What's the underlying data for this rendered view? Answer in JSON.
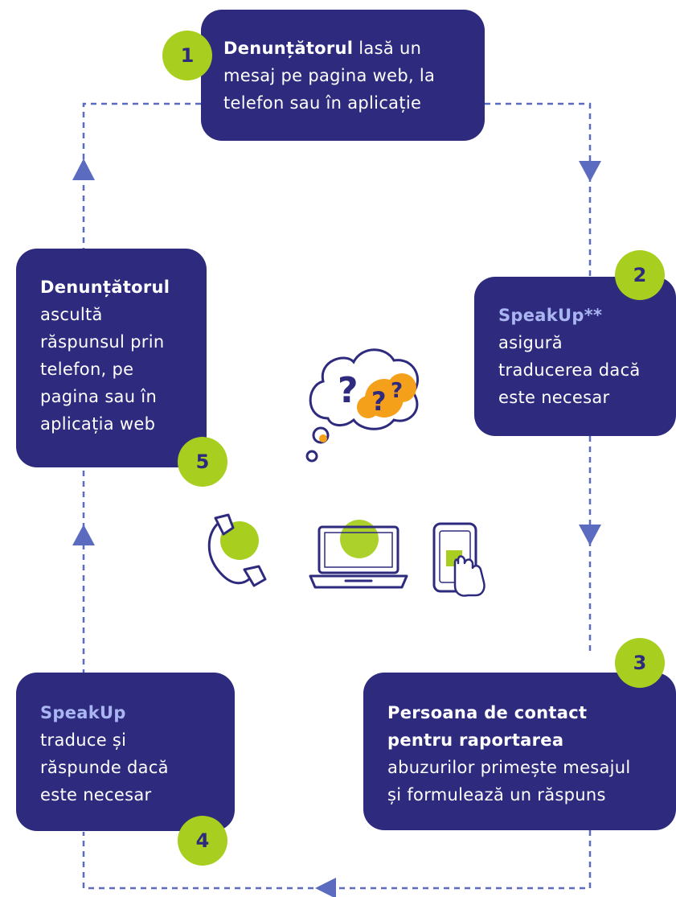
{
  "steps": [
    {
      "number": "1",
      "lines": [
        [
          {
            "t": "Denunțătorul",
            "s": "b"
          },
          {
            "t": " lasă un",
            "s": ""
          }
        ],
        [
          {
            "t": "mesaj pe pagina web, la",
            "s": ""
          }
        ],
        [
          {
            "t": "telefon sau în aplicație",
            "s": ""
          }
        ]
      ]
    },
    {
      "number": "2",
      "lines": [
        [
          {
            "t": "SpeakUp**",
            "s": "accent"
          }
        ],
        [
          {
            "t": "asigură",
            "s": ""
          }
        ],
        [
          {
            "t": "traducerea dacă",
            "s": ""
          }
        ],
        [
          {
            "t": "este necesar",
            "s": ""
          }
        ]
      ]
    },
    {
      "number": "3",
      "lines": [
        [
          {
            "t": "Persoana de contact",
            "s": "b"
          }
        ],
        [
          {
            "t": "pentru raportarea",
            "s": "b"
          }
        ],
        [
          {
            "t": "abuzurilor primește mesajul",
            "s": ""
          }
        ],
        [
          {
            "t": "și formulează un răspuns",
            "s": ""
          }
        ]
      ]
    },
    {
      "number": "4",
      "lines": [
        [
          {
            "t": "SpeakUp",
            "s": "accent"
          }
        ],
        [
          {
            "t": "traduce și",
            "s": ""
          }
        ],
        [
          {
            "t": "răspunde dacă",
            "s": ""
          }
        ],
        [
          {
            "t": "este necesar",
            "s": ""
          }
        ]
      ]
    },
    {
      "number": "5",
      "lines": [
        [
          {
            "t": "Denunțătorul",
            "s": "b"
          }
        ],
        [
          {
            "t": "ascultă",
            "s": ""
          }
        ],
        [
          {
            "t": "răspunsul prin",
            "s": ""
          }
        ],
        [
          {
            "t": "telefon, pe",
            "s": ""
          }
        ],
        [
          {
            "t": "pagina sau în",
            "s": ""
          }
        ],
        [
          {
            "t": "aplicația web",
            "s": ""
          }
        ]
      ]
    }
  ],
  "icons": [
    "thought-cloud-question-icon",
    "phone-icon",
    "laptop-icon",
    "smartphone-tap-icon"
  ],
  "colors": {
    "box": "#2E2A7E",
    "badge": "#A8CF1F",
    "accent_text": "#A9B6F2",
    "connector": "#5B6BBF",
    "question_orange": "#F5A01A"
  }
}
